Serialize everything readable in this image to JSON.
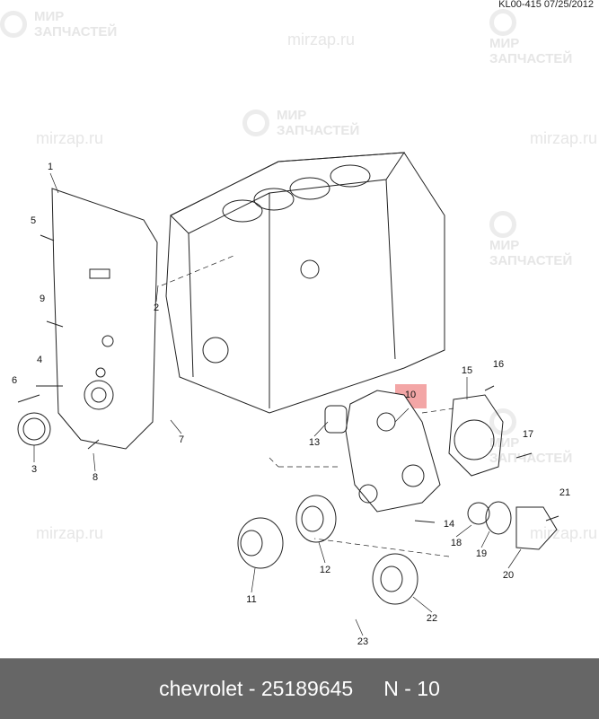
{
  "header": {
    "code": "KL00-415 07/25/2012"
  },
  "watermark": {
    "line1": "МИР",
    "line2": "ЗАПЧАСТЕЙ",
    "site": "mirzap.ru"
  },
  "callouts": [
    "1",
    "2",
    "3",
    "4",
    "5",
    "6",
    "7",
    "8",
    "9",
    "10",
    "11",
    "12",
    "13",
    "14",
    "15",
    "16",
    "17",
    "18",
    "19",
    "20",
    "21",
    "22",
    "23"
  ],
  "highlight": {
    "label": "10",
    "color": "#f3a6a6"
  },
  "footer": {
    "part": "chevrolet - 25189645",
    "number": "N - 10"
  }
}
